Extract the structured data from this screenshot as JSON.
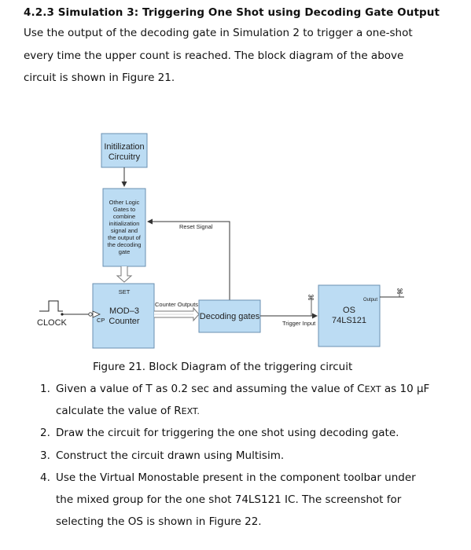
{
  "section": {
    "heading": "4.2.3 Simulation 3: Triggering One Shot using Decoding Gate Output",
    "intro_lines": [
      "Use the output of the decoding gate in Simulation 2 to trigger a one-shot",
      "every time the upper count is reached. The block diagram of the above",
      "circuit is shown in Figure 21."
    ]
  },
  "diagram": {
    "init_lines": [
      "Initilization",
      "Circuitry"
    ],
    "logic_lines": [
      "Other Logic",
      "Gates to",
      "combine",
      "initialization",
      "signal and",
      "the output of",
      "the decoding",
      "gate"
    ],
    "reset_label": "Reset Signal",
    "counter_set": "SET",
    "counter_mod": "MOD–3",
    "counter_name": "Counter",
    "counter_cp": "CP",
    "clock_label": "CLOCK",
    "counter_outputs_label": "Counter Outputs",
    "decoding_label": "Decoding gates",
    "trigger_label": "Trigger Input",
    "os_output_label": "Output",
    "os_line1": "OS",
    "os_line2": "74LS121",
    "colors": {
      "block_fill": "#bcdcf3",
      "block_stroke": "#6a8fb0"
    }
  },
  "caption": "Figure 21. Block Diagram of the triggering circuit",
  "list": {
    "item1": {
      "num": "1.",
      "pre": "Given a value of T as 0.2 sec and assuming the value of C",
      "cext_sub": "EXT",
      "mid": " as 10 μF",
      "line2_pre": "calculate the value of R",
      "rext_sub": "EXT."
    },
    "item2": {
      "num": "2.",
      "text": "Draw the circuit for triggering the one shot using decoding gate."
    },
    "item3": {
      "num": "3.",
      "text": "Construct the circuit drawn using Multisim."
    },
    "item4": {
      "num": "4.",
      "lines": [
        "Use the Virtual Monostable present in the component toolbar under",
        "the mixed group for the one shot 74LS121 IC. The screenshot for",
        "selecting the OS is shown in Figure 22."
      ]
    }
  }
}
